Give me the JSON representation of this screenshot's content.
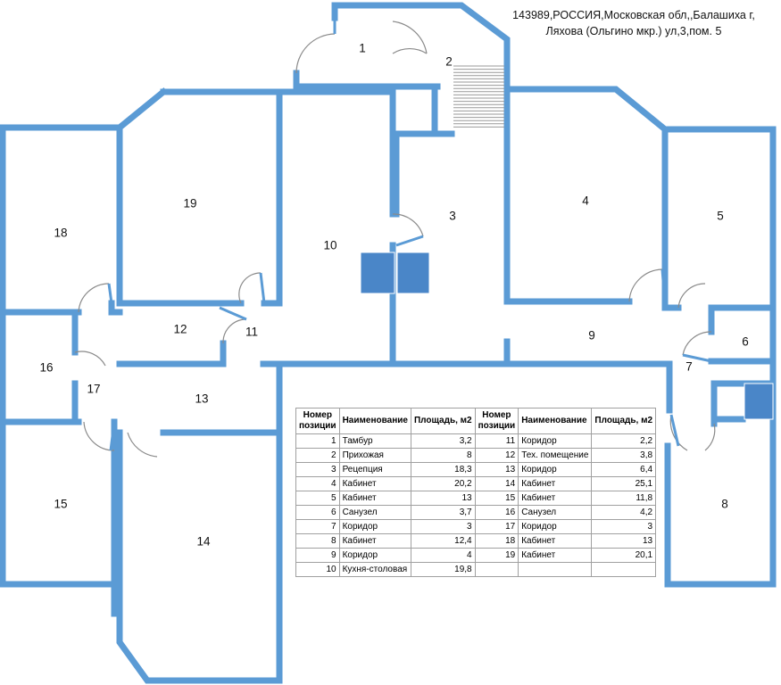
{
  "address": {
    "line1": "143989,РОССИЯ,Московская обл,,Балашиха г,",
    "line2": "Ляхова (Ольгино мкр.) ул,3,пом. 5"
  },
  "colors": {
    "wall": "#5b9bd5",
    "fixture": "#4a86c8"
  },
  "rooms": [
    "1",
    "2",
    "3",
    "4",
    "5",
    "6",
    "7",
    "8",
    "9",
    "10",
    "11",
    "12",
    "13",
    "14",
    "15",
    "16",
    "17",
    "18",
    "19"
  ],
  "legend": {
    "headers": {
      "num": "Номер позиции",
      "name": "Наименование",
      "area": "Площадь, м2"
    },
    "rows": [
      [
        "1",
        "Тамбур",
        "3,2",
        "11",
        "Коридор",
        "2,2"
      ],
      [
        "2",
        "Прихожая",
        "8",
        "12",
        "Тех. помещение",
        "3,8"
      ],
      [
        "3",
        "Рецепция",
        "18,3",
        "13",
        "Коридор",
        "6,4"
      ],
      [
        "4",
        "Кабинет",
        "20,2",
        "14",
        "Кабинет",
        "25,1"
      ],
      [
        "5",
        "Кабинет",
        "13",
        "15",
        "Кабинет",
        "11,8"
      ],
      [
        "6",
        "Санузел",
        "3,7",
        "16",
        "Санузел",
        "4,2"
      ],
      [
        "7",
        "Коридор",
        "3",
        "17",
        "Коридор",
        "3"
      ],
      [
        "8",
        "Кабинет",
        "12,4",
        "18",
        "Кабинет",
        "13"
      ],
      [
        "9",
        "Коридор",
        "4",
        "19",
        "Кабинет",
        "20,1"
      ],
      [
        "10",
        "Кухня-столовая",
        "19,8",
        "",
        "",
        ""
      ]
    ]
  }
}
